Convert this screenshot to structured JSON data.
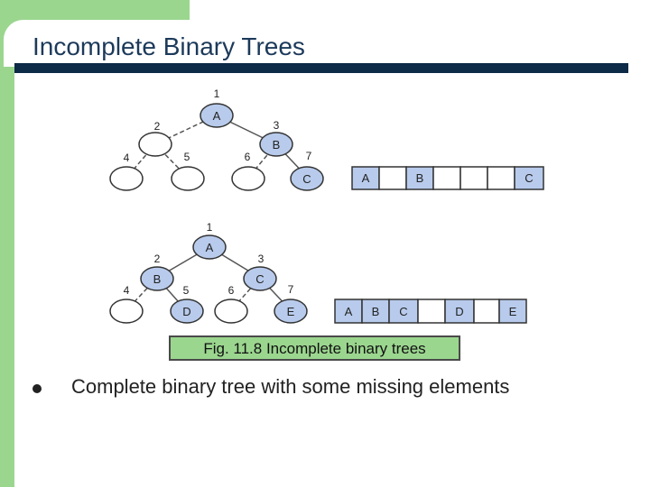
{
  "slide": {
    "title": "Incomplete Binary Trees",
    "caption": "Fig. 11.8 Incomplete binary trees",
    "bullets": [
      "Complete binary tree with some missing elements"
    ]
  },
  "diagram": {
    "trees": [
      {
        "nodes": [
          {
            "pos": "1",
            "label": "A"
          },
          {
            "pos": "2",
            "label": ""
          },
          {
            "pos": "3",
            "label": "B"
          },
          {
            "pos": "4",
            "label": ""
          },
          {
            "pos": "5",
            "label": ""
          },
          {
            "pos": "6",
            "label": ""
          },
          {
            "pos": "7",
            "label": "C"
          }
        ],
        "array": [
          "A",
          "",
          "B",
          "",
          "",
          "",
          "C"
        ]
      },
      {
        "nodes": [
          {
            "pos": "1",
            "label": "A"
          },
          {
            "pos": "2",
            "label": "B"
          },
          {
            "pos": "3",
            "label": "C"
          },
          {
            "pos": "4",
            "label": ""
          },
          {
            "pos": "5",
            "label": "D"
          },
          {
            "pos": "6",
            "label": ""
          },
          {
            "pos": "7",
            "label": "E"
          }
        ],
        "array": [
          "A",
          "B",
          "C",
          "",
          "D",
          "",
          "E"
        ]
      }
    ]
  },
  "colors": {
    "accent_green": "#9bd68f",
    "title_navy": "#1c3a5a",
    "filled_node": "#b8cbec",
    "empty_node_border": "#333333"
  }
}
